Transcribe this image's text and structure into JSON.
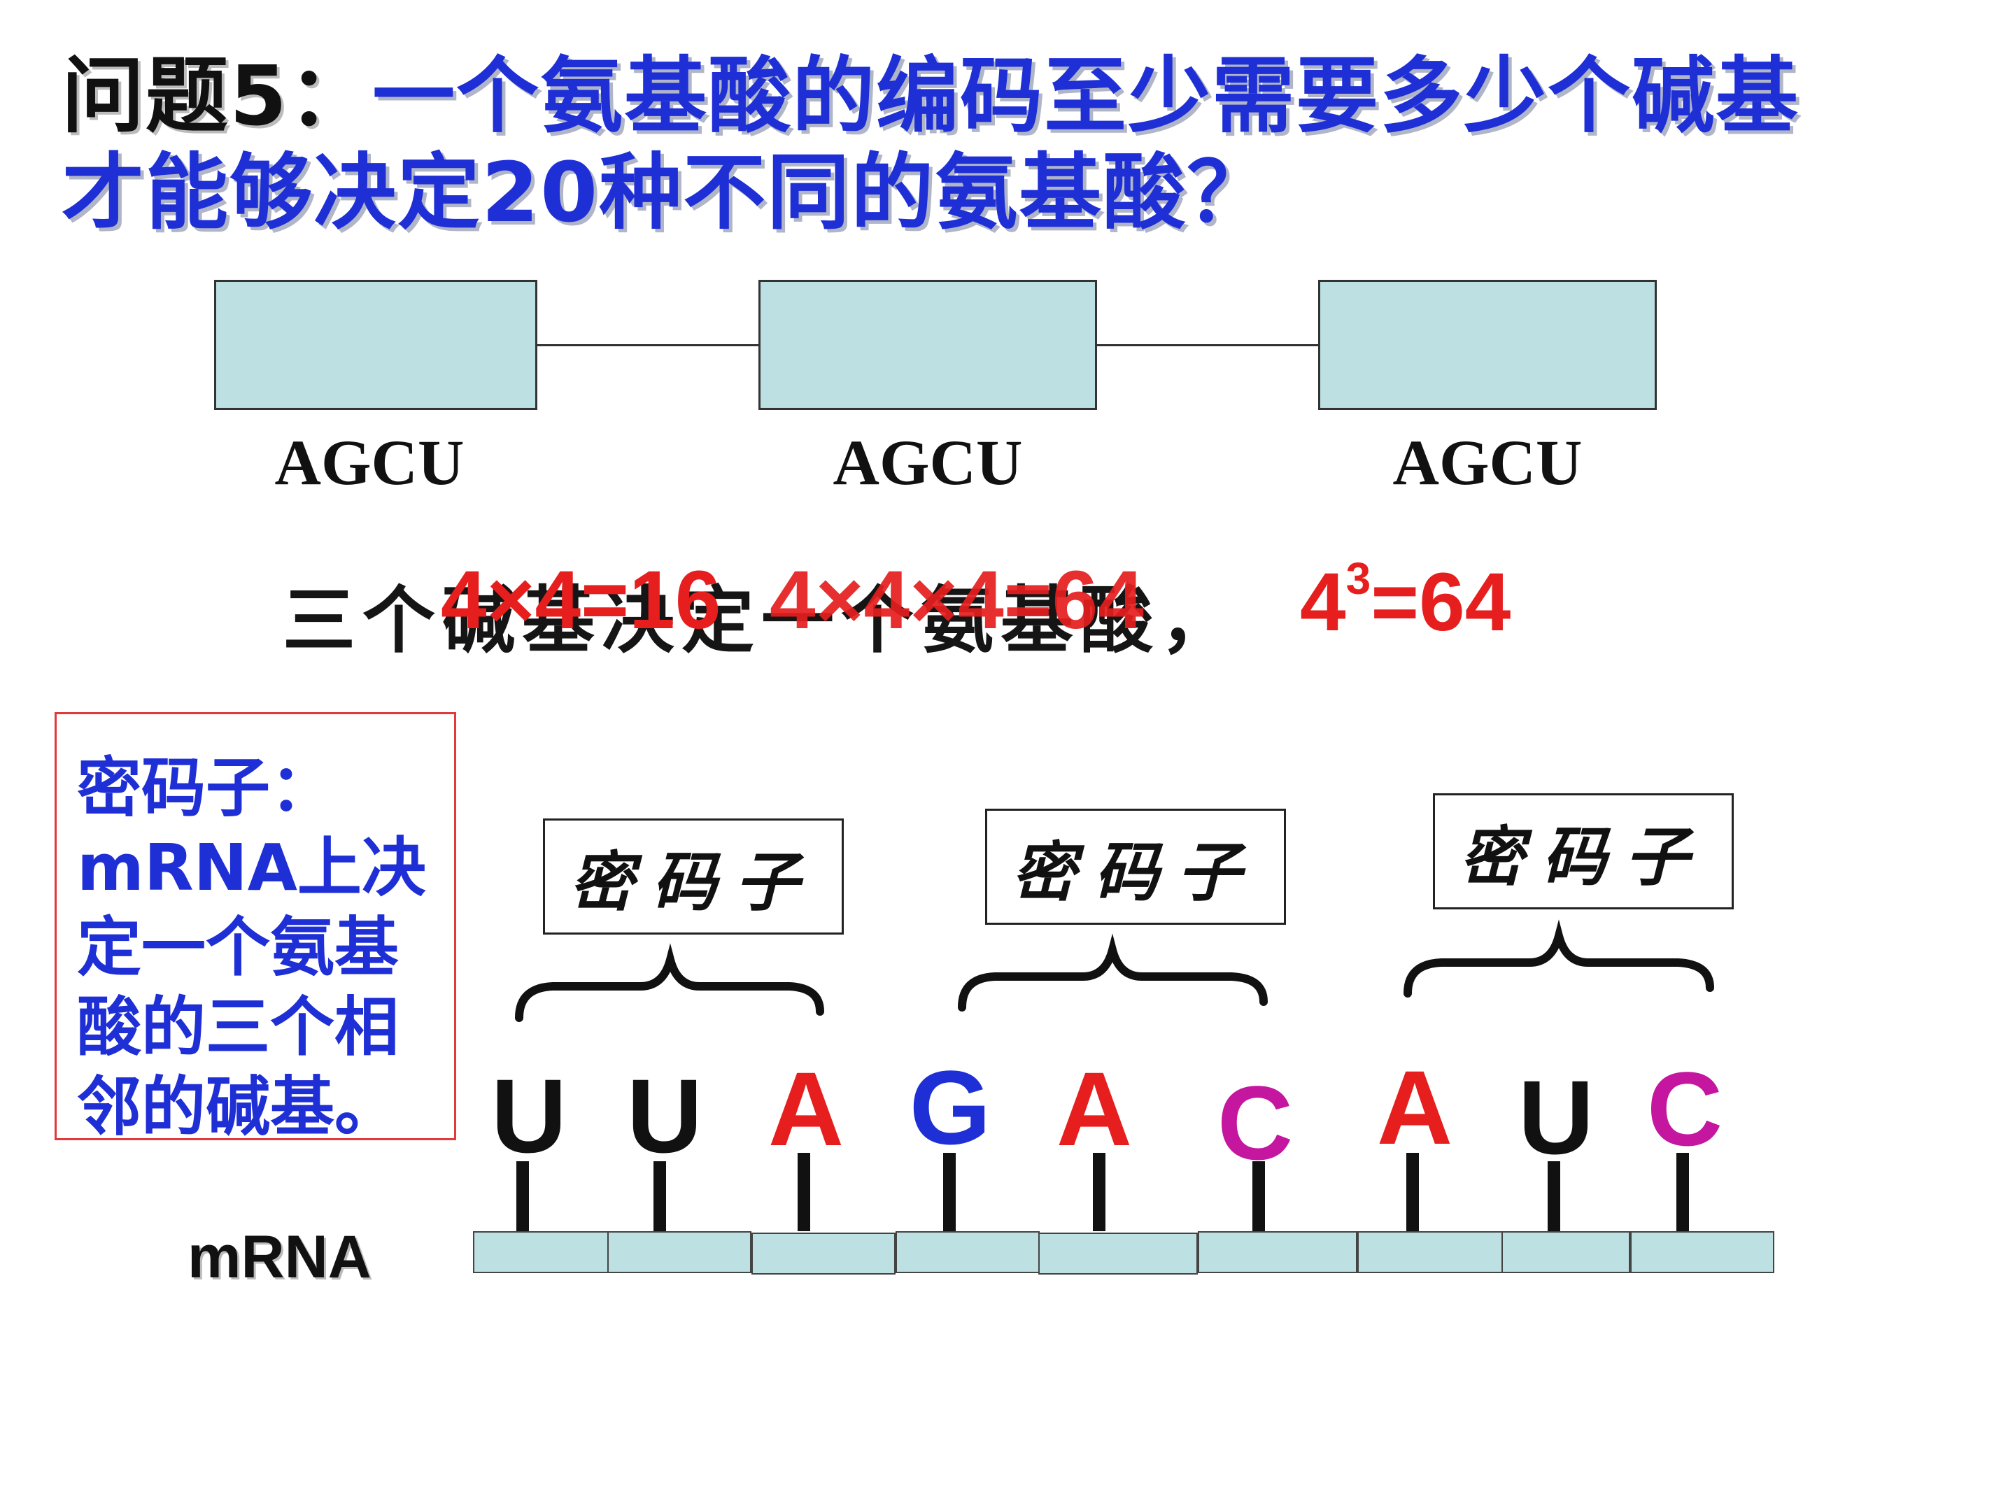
{
  "title": {
    "prefix": "问题5：",
    "line1": "一个氨基酸的编码至少需要多少个碱基",
    "line2": "才能够决定20种不同的氨基酸？"
  },
  "top_boxes": {
    "labels": [
      "AGCU",
      "AGCU",
      "AGCU"
    ]
  },
  "formula": {
    "black_text": "三个碱基决定一个氨基酸，",
    "red_overlay": "4×4=16",
    "red_overlay_2": "4×4×4=64",
    "result_base": "4",
    "result_exponent": "3",
    "result_rest": "=64"
  },
  "definition": {
    "lines": [
      "密码子：",
      "mRNA上决",
      "定一个氨基",
      "酸的三个相",
      "邻的碱基。"
    ]
  },
  "codon_labels": [
    "密码子",
    "密码子",
    "密码子"
  ],
  "bases": [
    "U",
    "U",
    "A",
    "G",
    "A",
    "C",
    "A",
    "U",
    "C"
  ],
  "colors": {
    "title_blue": "#1f2fd6",
    "red": "#e61e1e",
    "magenta": "#c4169e",
    "box_fill": "#bde0e3",
    "def_border": "#e03a3a"
  },
  "mrna_label": "mRNA"
}
